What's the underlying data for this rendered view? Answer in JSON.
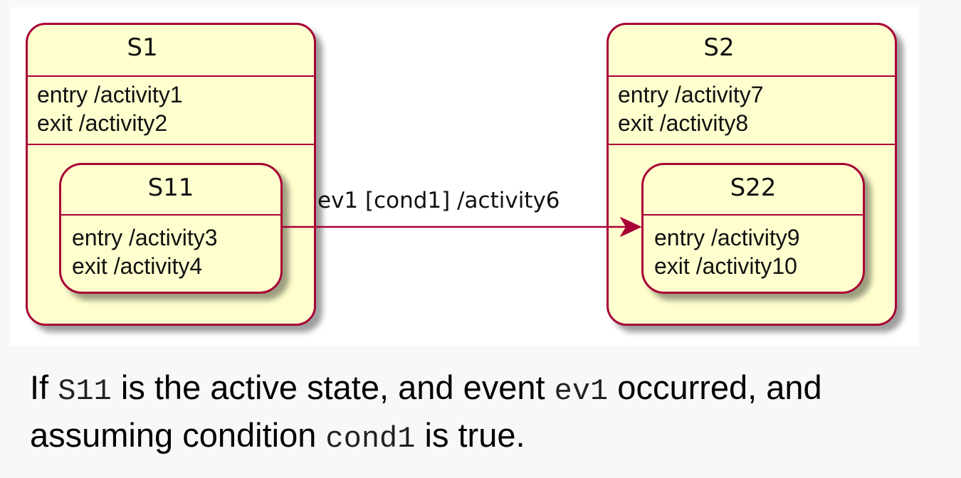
{
  "diagram": {
    "states": [
      {
        "name": "S1",
        "entry": "entry /activity1",
        "exit": "exit /activity2",
        "substate": {
          "name": "S11",
          "entry": "entry /activity3",
          "exit": "exit /activity4"
        }
      },
      {
        "name": "S2",
        "entry": "entry /activity7",
        "exit": "exit /activity8",
        "substate": {
          "name": "S22",
          "entry": "entry /activity9",
          "exit": "exit /activity10"
        }
      }
    ],
    "transition": {
      "from": "S11",
      "to": "S22",
      "label": "ev1 [cond1] /activity6"
    },
    "colors": {
      "state_fill": "#fefece",
      "state_border": "#a80036",
      "arrow": "#a80036"
    }
  },
  "caption": {
    "part1": "If ",
    "code1": "S11",
    "part2": " is the active state, and event ",
    "code2": "ev1",
    "part3": " occurred, and assuming condition ",
    "code3": "cond1",
    "part4": " is true."
  }
}
